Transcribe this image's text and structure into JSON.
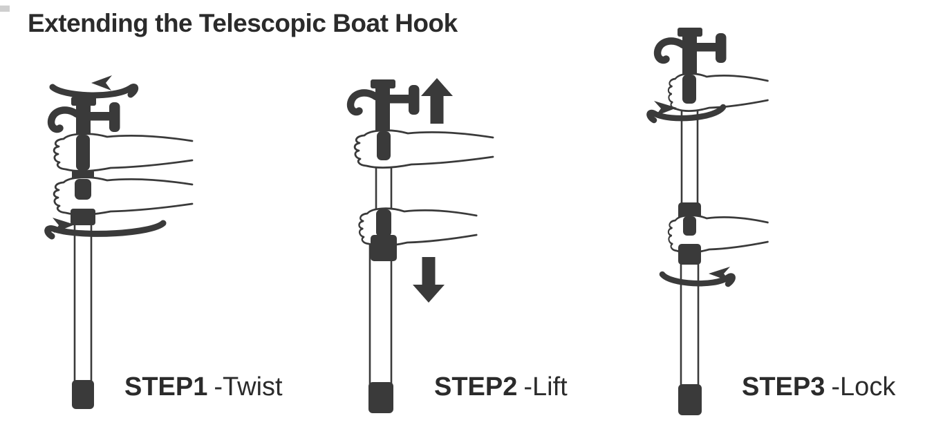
{
  "title": "Extending the Telescopic Boat Hook",
  "colors": {
    "background": "#ffffff",
    "ink": "#3a3a3a",
    "text": "#2b2b2b",
    "hand_fill": "#ffffff"
  },
  "steps": [
    {
      "label": "STEP1",
      "action": "-Twist",
      "arrow_icons": [
        "rotate-counterclockwise-arrow",
        "rotate-clockwise-arrow"
      ]
    },
    {
      "label": "STEP2",
      "action": "-Lift",
      "arrow_icons": [
        "lift-up-arrow",
        "push-down-arrow"
      ]
    },
    {
      "label": "STEP3",
      "action": "-Lock",
      "arrow_icons": [
        "rotate-clockwise-arrow",
        "rotate-counterclockwise-arrow"
      ]
    }
  ]
}
